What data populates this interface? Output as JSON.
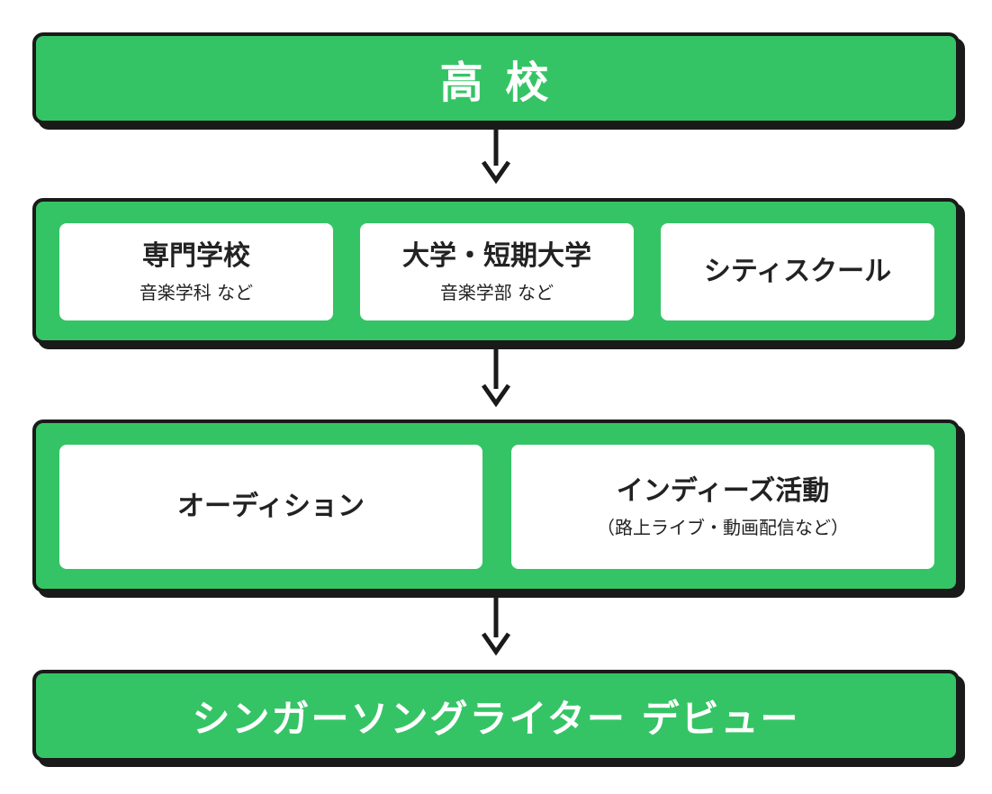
{
  "colors": {
    "stage_fill": "#35c465",
    "border": "#1a1a1a",
    "card_fill": "#ffffff",
    "text_dark": "#222222",
    "text_light": "#ffffff"
  },
  "stages": {
    "high_school": {
      "label": "高 校"
    },
    "education": {
      "cards": [
        {
          "title": "専門学校",
          "subtitle": "音楽学科 など"
        },
        {
          "title": "大学・短期大学",
          "subtitle": "音楽学部 など"
        },
        {
          "title": "シティスクール",
          "subtitle": ""
        }
      ]
    },
    "activities": {
      "cards": [
        {
          "title": "オーディション",
          "subtitle": ""
        },
        {
          "title": "インディーズ活動",
          "subtitle": "（路上ライブ・動画配信など）"
        }
      ]
    },
    "debut": {
      "label": "シンガーソングライター デビュー"
    }
  },
  "arrows": [
    "arrow-down-icon",
    "arrow-down-icon",
    "arrow-down-icon"
  ]
}
